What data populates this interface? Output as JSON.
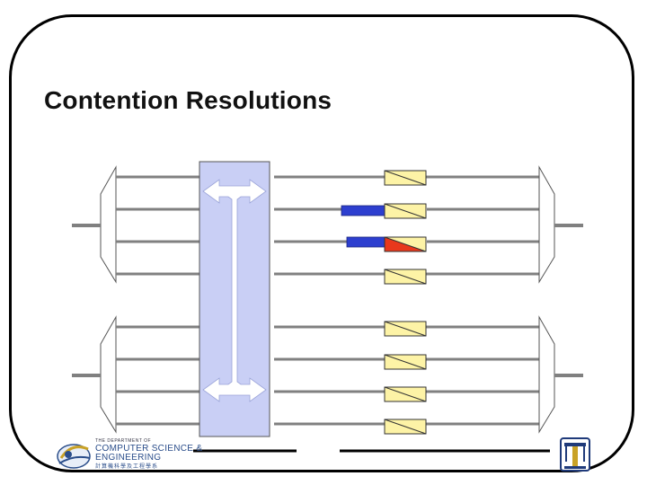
{
  "slide": {
    "title": "Contention Resolutions"
  },
  "footer": {
    "department_line": "THE DEPARTMENT OF",
    "computer_science": "COMPUTER SCIENCE &",
    "engineering": "ENGINEERING",
    "chinese_name": "計算機科學及工程學系"
  },
  "colors": {
    "switch_fabric": "#c9cff5",
    "buffer_idle": "#fdf3a6",
    "buffer_contention": "#e8381c",
    "packet": "#2d3fcf",
    "fiber_line": "#808080",
    "frame": "#000000"
  },
  "diagram": {
    "groups": [
      {
        "wavelengths": 4,
        "buffer_states": [
          "idle",
          "packet",
          "contention",
          "idle"
        ]
      },
      {
        "wavelengths": 4,
        "buffer_states": [
          "idle",
          "idle",
          "idle",
          "idle"
        ]
      }
    ]
  }
}
